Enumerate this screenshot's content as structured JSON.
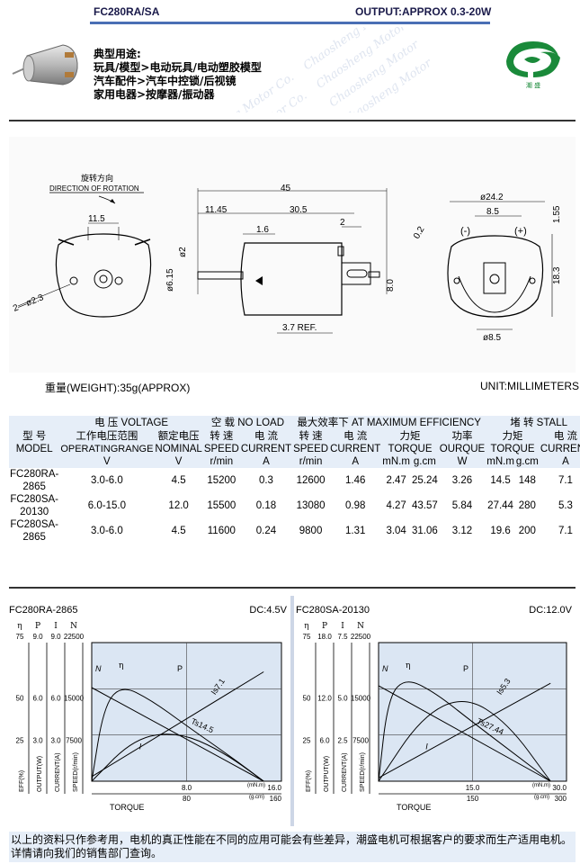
{
  "header": {
    "model": "FC280RA/SA",
    "output": "OUTPUT:APPROX 0.3-20W"
  },
  "applications": {
    "title": "典型用途:",
    "lines": [
      "玩具/模型>电动玩具/电动塑胶模型",
      "汽车配件>汽车中控锁/后视镜",
      "家用电器>按摩器/振动器"
    ]
  },
  "logo": {
    "text": "潮盛",
    "color": "#1a8a3a"
  },
  "drawing": {
    "rotation_cn": "旋转方向",
    "rotation_en": "DIRECTION OF ROTATION",
    "dims": {
      "d45": "45",
      "d11_45": "11.45",
      "d30_5": "30.5",
      "d1_6": "1.6",
      "d2": "2",
      "d11_5": "11.5",
      "d2x23": "2—ø2.3",
      "phi2": "ø2",
      "phi6_15": "ø6.15",
      "d8_0": "8.0",
      "d3_7": "3.7 REF.",
      "phi24_2": "ø24.2",
      "d8_5": "8.5",
      "d1_55": "1.55",
      "d18_3": "18.3",
      "phi8_5": "ø8.5",
      "d0_2": "0.2",
      "minus": "(-)",
      "plus": "(+)"
    }
  },
  "weight": "重量(WEIGHT):35g(APPROX)",
  "unit": "UNIT:MILLIMETERS",
  "table": {
    "group_voltage": "电 压 VOLTAGE",
    "group_noload": "空 载 NO LOAD",
    "group_max": "最大效率下 AT MAXIMUM EFFICIENCY",
    "group_stall": "堵 转 STALL",
    "model_cn": "型 号",
    "model_en": "MODEL",
    "op_range_cn": "工作电压范围",
    "op_range_en": "OPERATINGRANGE",
    "nominal_cn": "额定电压",
    "nominal_en": "NOMINAL",
    "speed_cn": "转 速",
    "speed_en": "SPEED",
    "current_cn": "电 流",
    "current_en": "CURRENT",
    "torque_cn": "力矩",
    "torque_en": "TORQUE",
    "output_cn": "功率",
    "output_en": "OURQUE",
    "stall_torque_cn": "力矩",
    "stall_torque_en": "TORQUE",
    "stall_current_cn": "电 流",
    "stall_current_en": "CURRENT",
    "units": [
      "V",
      "V",
      "r/min",
      "A",
      "r/min",
      "A",
      "mN.m",
      "g.cm",
      "W",
      "mN.m",
      "g.cm",
      "A"
    ],
    "rows": [
      {
        "model": "FC280RA-2865",
        "range": "3.0-6.0",
        "nominal": "4.5",
        "nl_speed": "15200",
        "nl_current": "0.3",
        "me_speed": "12600",
        "me_current": "1.46",
        "me_torque_mn": "2.47",
        "me_torque_g": "25.24",
        "me_output": "3.26",
        "st_torque_mn": "14.5",
        "st_torque_g": "148",
        "st_current": "7.1"
      },
      {
        "model": "FC280SA-20130",
        "range": "6.0-15.0",
        "nominal": "12.0",
        "nl_speed": "15500",
        "nl_current": "0.18",
        "me_speed": "13080",
        "me_current": "0.98",
        "me_torque_mn": "4.27",
        "me_torque_g": "43.57",
        "me_output": "5.84",
        "st_torque_mn": "27.44",
        "st_torque_g": "280",
        "st_current": "5.3"
      },
      {
        "model": "FC280SA-2865",
        "range": "3.0-6.0",
        "nominal": "4.5",
        "nl_speed": "11600",
        "nl_current": "0.24",
        "me_speed": "9800",
        "me_current": "1.31",
        "me_torque_mn": "3.04",
        "me_torque_g": "31.06",
        "me_output": "3.12",
        "st_torque_mn": "19.6",
        "st_torque_g": "200",
        "st_current": "7.1"
      }
    ]
  },
  "chart_data": [
    {
      "type": "line",
      "title": "FC280RA-2865",
      "subtitle": "DC:4.5V",
      "axis_headers": [
        "η",
        "P",
        "I",
        "N"
      ],
      "axis_tops": [
        "75",
        "9.0",
        "9.0",
        "22500"
      ],
      "axis_mids": [
        "50",
        "6.0",
        "6.0",
        "15000"
      ],
      "axis_lows": [
        "25",
        "3.0",
        "3.0",
        "7500"
      ],
      "axis_names": [
        "EFF(%)",
        "OUTPUT(W)",
        "CURRENT(A)",
        "SPEED(r/min)"
      ],
      "x_ticks_top": [
        "8.0",
        "16.0"
      ],
      "x_unit_top": "(mN.m)",
      "x_ticks_bottom": [
        "80",
        "160"
      ],
      "x_unit_bottom": "(g.cm)",
      "xlabel": "TORQUE",
      "curve_labels": {
        "N": "N",
        "eta": "η",
        "P": "P",
        "I": "I",
        "Is": "Is7.1",
        "Ts": "Ts14.5"
      },
      "xlim": [
        0,
        16
      ],
      "series": [
        {
          "name": "N",
          "x": [
            0,
            14.5
          ],
          "y": [
            15200,
            0
          ]
        },
        {
          "name": "I",
          "x": [
            0,
            14.5
          ],
          "y": [
            0.3,
            7.1
          ]
        },
        {
          "name": "P",
          "x": [
            0,
            3.6,
            7.25,
            10.9,
            14.5
          ],
          "y": [
            0,
            2.8,
            3.2,
            2.0,
            0
          ]
        },
        {
          "name": "η",
          "x": [
            0,
            1.0,
            2.47,
            5.0,
            8.0,
            12.0,
            14.5
          ],
          "y": [
            0,
            40,
            52,
            44,
            30,
            12,
            0
          ]
        }
      ]
    },
    {
      "type": "line",
      "title": "FC280SA-20130",
      "subtitle": "DC:12.0V",
      "axis_headers": [
        "η",
        "P",
        "I",
        "N"
      ],
      "axis_tops": [
        "75",
        "18.0",
        "7.5",
        "22500"
      ],
      "axis_mids": [
        "50",
        "12.0",
        "5.0",
        "15000"
      ],
      "axis_lows": [
        "25",
        "6.0",
        "2.5",
        "7500"
      ],
      "axis_names": [
        "EFF(%)",
        "OUTPUT(W)",
        "CURRENT(A)",
        "SPEED(r/min)"
      ],
      "x_ticks_top": [
        "15.0",
        "30.0"
      ],
      "x_unit_top": "(mN.m)",
      "x_ticks_bottom": [
        "150",
        "300"
      ],
      "x_unit_bottom": "(g.cm)",
      "xlabel": "TORQUE",
      "curve_labels": {
        "N": "N",
        "eta": "η",
        "P": "P",
        "I": "I",
        "Is": "Is5.3",
        "Ts": "Ts27.44"
      },
      "xlim": [
        0,
        30
      ],
      "series": [
        {
          "name": "N",
          "x": [
            0,
            27.44
          ],
          "y": [
            15500,
            0
          ]
        },
        {
          "name": "I",
          "x": [
            0,
            27.44
          ],
          "y": [
            0.18,
            5.3
          ]
        },
        {
          "name": "P",
          "x": [
            0,
            6.9,
            13.7,
            20.6,
            27.44
          ],
          "y": [
            0,
            8.4,
            11.1,
            7.6,
            0
          ]
        },
        {
          "name": "η",
          "x": [
            0,
            1.5,
            4.27,
            9.0,
            15.0,
            22.0,
            27.44
          ],
          "y": [
            0,
            45,
            56,
            48,
            32,
            14,
            0
          ]
        }
      ]
    }
  ],
  "footnote": "以上的资料只作参考用，电机的真正性能在不同的应用可能会有些差异，潮盛电机可根据客户的要求而生产适用电机。详情请向我们的销售部门查询。"
}
